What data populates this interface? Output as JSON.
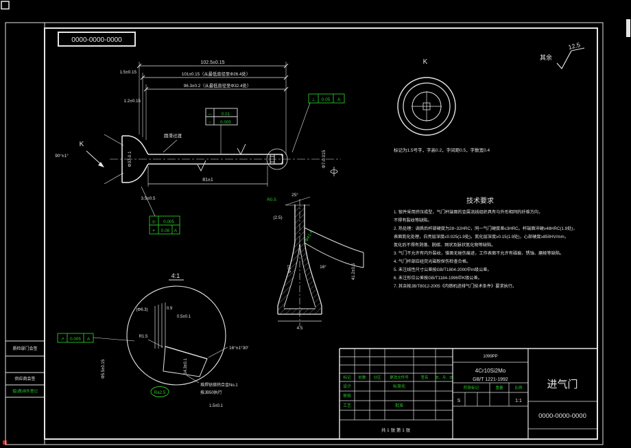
{
  "colors": {
    "background": "#000000",
    "line": "#e6e6e6",
    "green": "#28c828"
  },
  "frame": {
    "top_doc_number": "0000-0000-0000",
    "side_boxes": [
      {
        "label": "质检部门会签"
      },
      {
        "label": "供应商会签"
      },
      {
        "label": "借(通)用件登记"
      }
    ]
  },
  "surface_note": {
    "prefix": "其余",
    "roughness": "12.5"
  },
  "k_view": {
    "label": "K",
    "note": "标记为1.5号字，字高0.2，字间距0.5，字数宽0.4"
  },
  "main_view": {
    "dim_total": "102.5±0.15",
    "dim_to_d264": "101±0.15（从最低直径至Φ26.4处）",
    "dim_to_d324": "96.3±0.2（从最低直径至Φ32.4处）",
    "dim_margin": "1.5±0.15",
    "dim_neck": "1.2±0.15",
    "dim_head_dia": "Φ37-0.1",
    "dim_cone": "90°±1°",
    "dim_stem_len": "81±1",
    "dim_tip": "3.5±0.5",
    "dim_stem_dia": "Φ7-0.015",
    "view_label": "K",
    "fillet_note": "圆滑过渡",
    "gdt_straightness_sym": "—",
    "gdt_straightness_val": "0.01",
    "gdt_roundness_sym": "○",
    "gdt_roundness_val": "0.005",
    "gdt_perp_sym": "⊥",
    "gdt_perp_val": "0.05",
    "gdt_perp_datum": "A",
    "gdt_coax_sym": "◎",
    "gdt_coax_val": "0.005",
    "gdt_pos_sym": "⌖",
    "gdt_pos_val": "0.08",
    "gdt_pos_datum": "A"
  },
  "head_detail": {
    "edge_radius": "R0.5",
    "back_angle": "25°",
    "margin": "(2.5)",
    "throat_dia": "Φ41.4",
    "head_dia": "Φ37",
    "seat_angle": "16°",
    "height": "41.2±0.5",
    "face_width": "4.5"
  },
  "seat_detail": {
    "scale_label": "4:1",
    "dim_ref": "(Φ6.3)",
    "dim_depth": "0.9",
    "dim_band": "0.5±0.1",
    "dim_radius": "R1.5",
    "seat_angle": "16°±1°30′",
    "dim_height": "14.3±0.1",
    "dim_bore": "Φ5.5±0.15",
    "weld_note_1": "堆焊钴铬钨合金No.1",
    "weld_note_2": "按JB50执行",
    "roughness": "Ra2.5",
    "dim_chamfer": "1.5±0.1",
    "gdt_sym": "↗",
    "gdt_val": "0.005",
    "gdt_datum": "A"
  },
  "tech_requirements": {
    "title": "技术要求",
    "lines": [
      "1. 锻件采用挤压成型，气门杆端面的金属流线组织具有与外形相同的纤维方向，",
      "   不得有裂纹等缺陷。",
      "2. 热处理：调质后杆部硬度为28~32HRC，同一气门硬度差≤3HRC。杆端面淬硬≥48HRC(1.9处)，",
      "   表面氮化处理，白亮层深度≤0.025(1.9处)，氮化层深度≥0.15(1.9处)，心部硬度≥850HV/mm，",
      "   氮化后不得有剥落、脱碳、网状及脉状氮化物等缺陷。",
      "3. 气门不允许有内外裂纹，锥面无碰伤痕迹，工作表面不允许有磁痕、锈蚀、磨棱等缺陷。",
      "4. 气门杆部应经荧光磁粉探伤检查合格。",
      "5. 未注线性尺寸公差按GB/T1804-2000中m级公差。",
      "6. 未注形位公差按GB/T1184-1996中K级公差。",
      "7. 其余按JB/T8012-2005《内燃机进排气门技术条件》要求执行。"
    ]
  },
  "title_block": {
    "code": "1099PP",
    "material": "4Cr10Si2Mo",
    "standard": "GB/T 1221-1992",
    "part_name": "进气门",
    "drawing_number": "0000-0000-0000",
    "col_headers": [
      "标记",
      "处数",
      "分区",
      "更改文件号",
      "签名",
      "年、月、日"
    ],
    "role_design": "设计",
    "role_check": "审核",
    "role_process": "工艺",
    "role_standard": "标准化",
    "role_approve": "批准",
    "stage_label": "阶段标记",
    "weight_label": "重量",
    "scale_label": "比例",
    "stage_value": "S",
    "scale_value": "1:1",
    "sheet_note": "共 1 张  第 1 张"
  }
}
